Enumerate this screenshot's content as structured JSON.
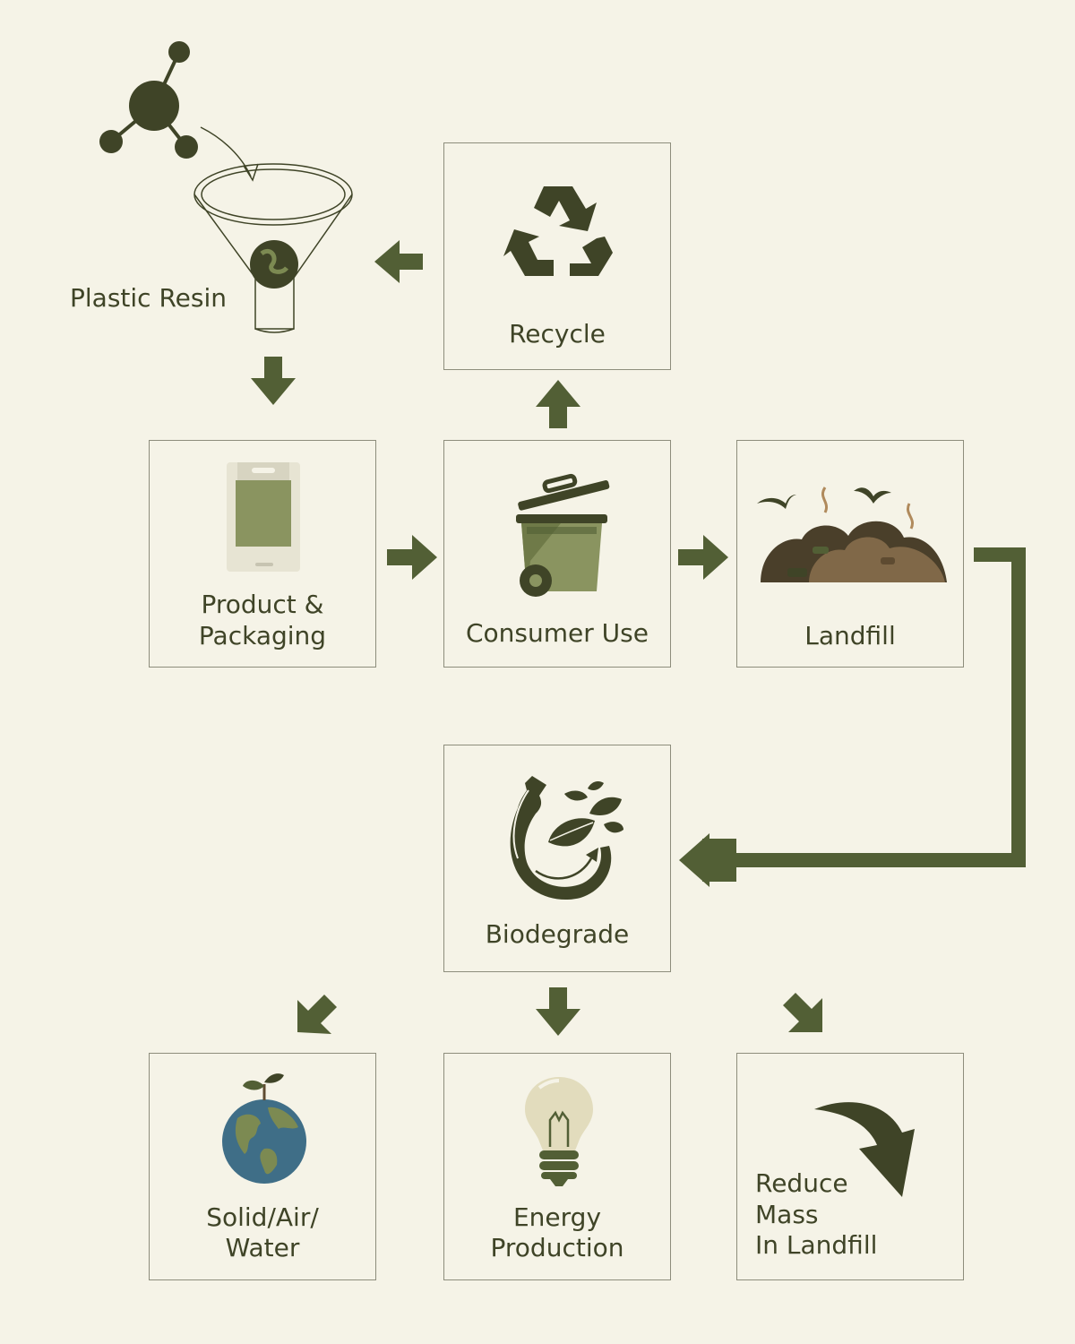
{
  "nodes": {
    "plastic_resin": "Plastic Resin",
    "recycle": "Recycle",
    "product_packaging": "Product & Packaging",
    "consumer_use": "Consumer Use",
    "landfill": "Landfill",
    "biodegrade": "Biodegrade",
    "solid_air_water": "Solid/Air/ Water",
    "energy_production": "Energy Production",
    "reduce_mass": "Reduce Mass In Landfill"
  },
  "lines": {
    "product_1": "Product &",
    "product_2": "Packaging",
    "solid_1": "Solid/Air/",
    "solid_2": "Water",
    "energy_1": "Energy",
    "energy_2": "Production",
    "reduce_1": "Reduce",
    "reduce_2": "Mass",
    "reduce_3": "In Landfill"
  },
  "colors": {
    "background": "#f5f3e7",
    "dark_olive": "#3f4427",
    "arrow_green": "#525f35",
    "mid_green": "#8a9460",
    "box_border": "#8d8d7c"
  },
  "icons": [
    "molecule-icon",
    "funnel-icon",
    "recycle-icon",
    "package-icon",
    "trash-bin-icon",
    "landfill-heap-icon",
    "biodegrade-bottle-leaf-icon",
    "earth-plant-icon",
    "lightbulb-icon",
    "curved-down-arrow-icon"
  ]
}
